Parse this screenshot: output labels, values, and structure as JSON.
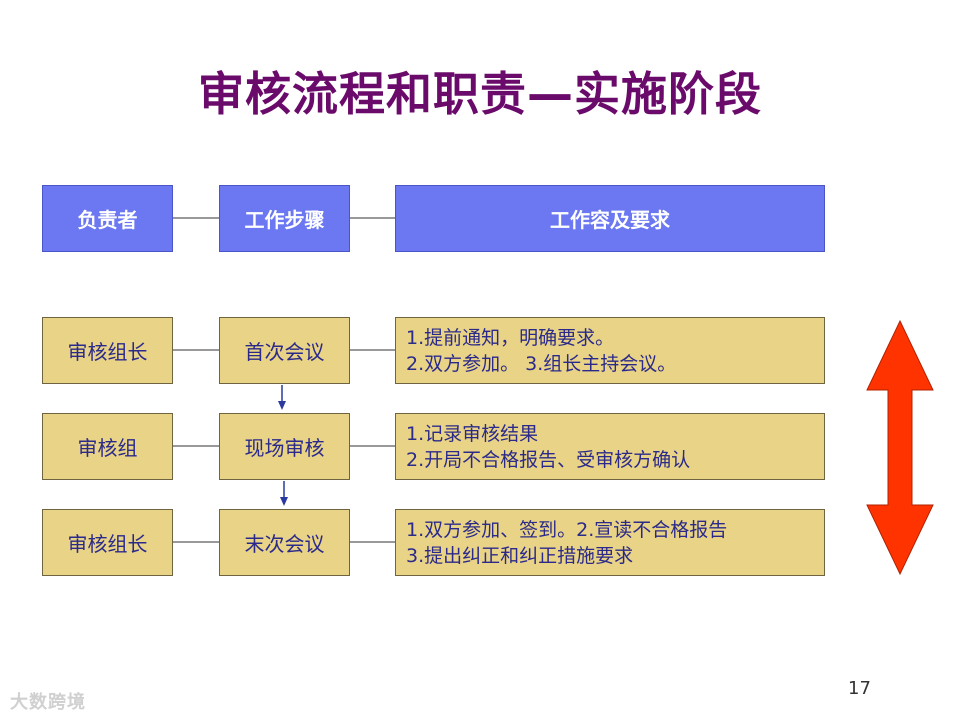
{
  "title": "审核流程和职责—实施阶段",
  "headers": {
    "responsible": "负责者",
    "step": "工作步骤",
    "content": "工作容及要求"
  },
  "rows": [
    {
      "responsible": "审核组长",
      "step": "首次会议",
      "lines": [
        "1.提前通知，明确要求。",
        "2.双方参加。 3.组长主持会议。"
      ]
    },
    {
      "responsible": "审核组",
      "step": "现场审核",
      "lines": [
        "1.记录审核结果",
        "2.开局不合格报告、受审核方确认"
      ]
    },
    {
      "responsible": "审核组长",
      "step": "末次会议",
      "lines": [
        "1.双方参加、签到。2.宣读不合格报告",
        "3.提出纠正和纠正措施要求"
      ]
    }
  ],
  "page_number": "17",
  "watermark": "大数跨境",
  "colors": {
    "title": "#6a0a6a",
    "header_fill": "#6b78f2",
    "cell_fill": "#e8d386",
    "text": "#2b2a8a",
    "arrow": "#ff3300"
  }
}
